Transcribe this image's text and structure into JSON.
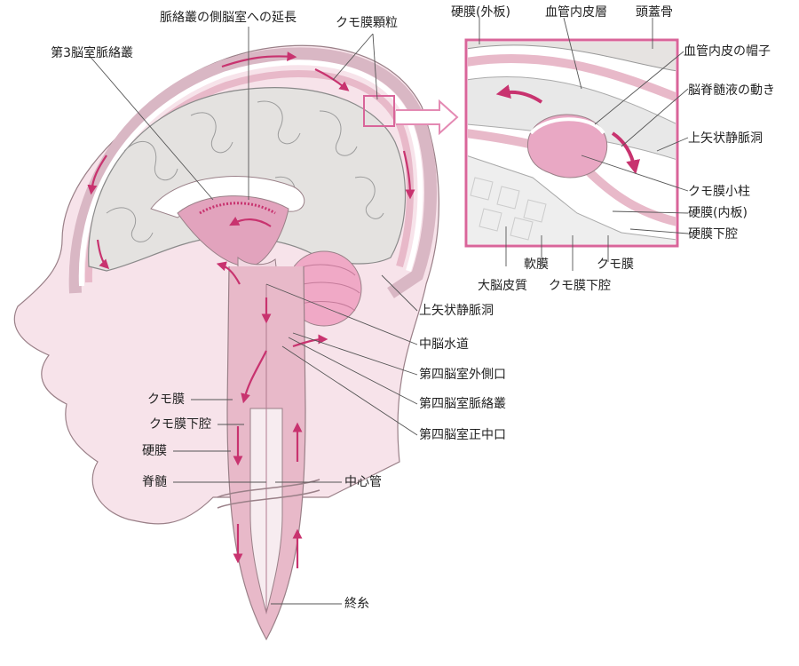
{
  "colors": {
    "accent": "#c8336f",
    "skin": "#f7e3ea",
    "membrane": "#e8b9c9",
    "brain": "#e4e2e0",
    "cerebellum": "#f0a9c6",
    "line": "#444444"
  },
  "icons": {
    "flow_arrow": "csf-flow-arrow",
    "zoom_arrow": "zoom-arrow"
  },
  "labels": {
    "choroid_plexus_third": "第3脳室脈絡叢",
    "choroid_extension": "脈絡叢の側脳室への延長",
    "arachnoid_granulation": "クモ膜顆粒",
    "dura_outer": "硬膜(外板)",
    "vessel_endothelium": "血管内皮層",
    "skull": "頭蓋骨",
    "endothelial_cap": "血管内皮の帽子",
    "csf_motion": "脳脊髄液の動き",
    "sss_inset": "上矢状静脈洞",
    "trabecula": "クモ膜小柱",
    "dura_inner": "硬膜(内板)",
    "subdural": "硬膜下腔",
    "pia": "軟膜",
    "arachnoid_inset": "クモ膜",
    "cortex": "大脳皮質",
    "subarachnoid_inset": "クモ膜下腔",
    "sss_main": "上矢状静脈洞",
    "aqueduct": "中脳水道",
    "lateral_aperture": "第四脳室外側口",
    "choroid_fourth": "第四脳室脈絡叢",
    "median_aperture": "第四脳室正中口",
    "arachnoid": "クモ膜",
    "subarachnoid": "クモ膜下腔",
    "dura": "硬膜",
    "spinal_cord": "脊髄",
    "central_canal": "中心管",
    "filum": "終糸"
  }
}
